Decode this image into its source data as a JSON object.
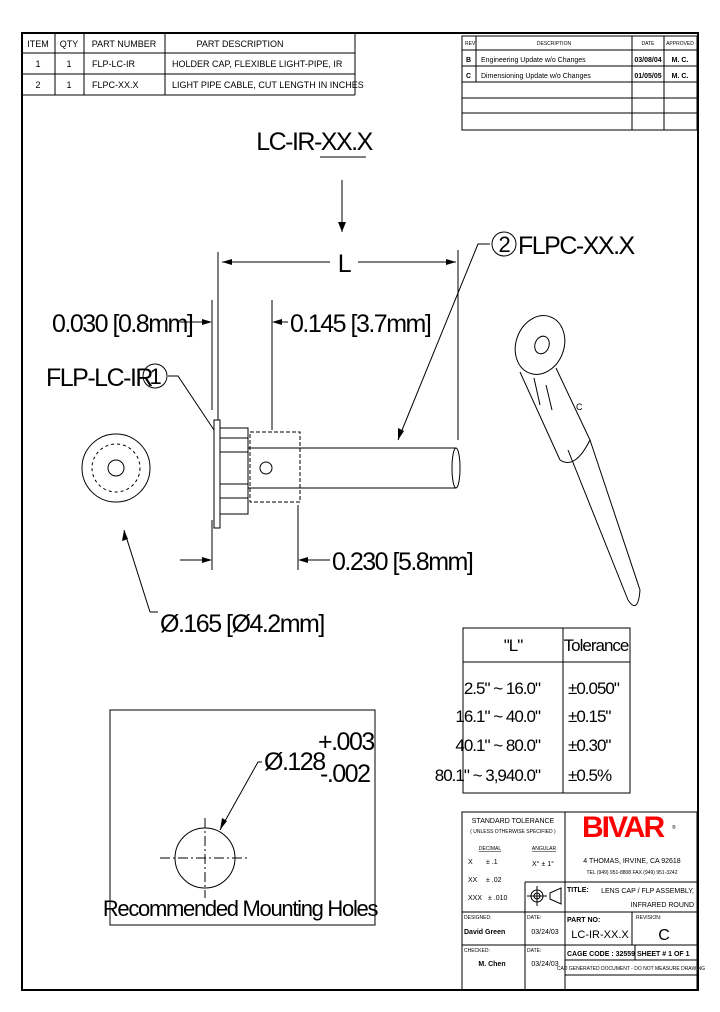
{
  "bom": {
    "headers": [
      "ITEM",
      "QTY",
      "PART NUMBER",
      "PART DESCRIPTION"
    ],
    "rows": [
      [
        "1",
        "1",
        "FLP-LC-IR",
        "HOLDER CAP, FLEXIBLE LIGHT-PIPE, IR"
      ],
      [
        "2",
        "1",
        "FLPC-XX.X",
        "LIGHT PIPE CABLE, CUT LENGTH IN INCHES"
      ]
    ]
  },
  "revisions": {
    "headers": [
      "REV",
      "DESCRIPTION",
      "DATE",
      "APPROVED"
    ],
    "rows": [
      [
        "B",
        "Engineering Update w/o Changes",
        "03/08/04",
        "M. C."
      ],
      [
        "C",
        "Dimensioning Update w/o Changes",
        "01/05/05",
        "M. C."
      ]
    ]
  },
  "drawing": {
    "assembly_label": "LC-IR-XX.X",
    "length_label": "L",
    "item2_number": "2",
    "item2_label": "FLPC-XX.X",
    "item1_number": "1",
    "item1_label": "FLP-LC-IR",
    "dim_flange": "0.030 [0.8mm]",
    "dim_cap": "0.145 [3.7mm]",
    "dim_cap_length": "0.230 [5.8mm]",
    "dim_diameter": "Ø.165 [Ø4.2mm]",
    "iso_item_label": "C"
  },
  "mounting": {
    "diameter": "Ø.128",
    "tol_plus": "+.003",
    "tol_minus": "-.002",
    "caption": "Recommended Mounting Holes"
  },
  "tolerance_table": {
    "headers": [
      "\"L\"",
      "Tolerance"
    ],
    "rows": [
      [
        "2.5\" ~ 16.0\"",
        "±0.050\""
      ],
      [
        "16.1\" ~ 40.0\"",
        "±0.15\""
      ],
      [
        "40.1\" ~ 80.0\"",
        "±0.30\""
      ],
      [
        "80.1\" ~ 3,940.0\"",
        "±0.5%"
      ]
    ]
  },
  "title_block": {
    "std_tol_title": "STANDARD TOLERANCE",
    "std_tol_sub": "( UNLESS OTHERWISE SPECIFIED )",
    "decimal_label": "DECIMAL",
    "angular_label": "ANGULAR",
    "decimals": [
      [
        "X",
        "± .1"
      ],
      [
        "XX",
        "± .02"
      ],
      [
        "XXX",
        "± .010"
      ]
    ],
    "angular": "X° ± 1°",
    "company": "BIVAR",
    "company_color": "#ff0000",
    "registered": "®",
    "address": "4 THOMAS, IRVINE, CA 92618",
    "phone": "TEL (949) 951-8808     FAX (949) 951-3242",
    "title_label": "TITLE:",
    "title_line1": "LENS CAP / FLP ASSEMBLY,",
    "title_line2": "INFRARED ROUND",
    "designed_label": "DESIGNED:",
    "designed_by": "David Green",
    "date_label": "DATE:",
    "designed_date": "03/24/03",
    "checked_label": "CHECKED:",
    "checked_by": "M. Chen",
    "checked_date": "03/24/03",
    "part_no_label": "PART NO:",
    "part_no": "LC-IR-XX.X",
    "revision_label": "REVISION:",
    "revision": "C",
    "cage_code": "CAGE CODE :  32559",
    "sheet": "SHEET # 1  OF  1",
    "cad_note": "CAD GENERATED DOCUMENT - DO NOT MEASURE DRAWING"
  }
}
